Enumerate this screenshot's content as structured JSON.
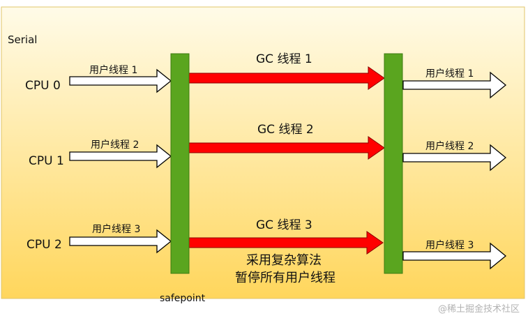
{
  "title": "Serial",
  "cpus": [
    "CPU 0",
    "CPU 1",
    "CPU 2"
  ],
  "user_threads_left": [
    "用户线程 1",
    "用户线程 2",
    "用户线程 3"
  ],
  "gc_threads": [
    "GC 线程 1",
    "GC 线程 2",
    "GC 线程 3"
  ],
  "user_threads_right": [
    "用户线程 1",
    "用户线程 2",
    "用户线程 3"
  ],
  "note_lines": [
    "采用复杂算法",
    "暂停所有用户线程"
  ],
  "safepoint_label": "safepoint",
  "watermark": "@稀土掘金技术社区",
  "colors": {
    "background_top": "#fffbe8",
    "background_bottom": "#ffd65c",
    "frame_border": "#e2c46a",
    "bar_fill": "#5aa51f",
    "bar_stroke": "#3d7a12",
    "gc_arrow": "#ff0000",
    "gc_arrow_stroke": "#8a0000",
    "outline_arrow_fill": "#ffffff",
    "outline_arrow_stroke": "#000000"
  }
}
